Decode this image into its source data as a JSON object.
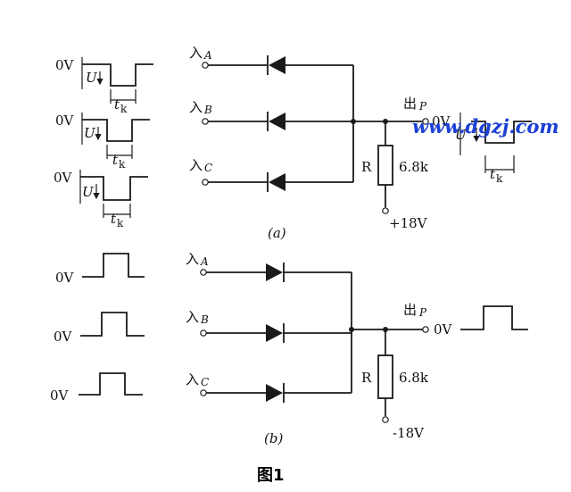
{
  "panel_a": {
    "caption": "(a)",
    "inputs": [
      {
        "label": "入",
        "sub": "A",
        "wave_zero": "0V",
        "wave_amp": "U",
        "wave_time": "t",
        "wave_time_sub": "k"
      },
      {
        "label": "入",
        "sub": "B",
        "wave_zero": "0V",
        "wave_amp": "U",
        "wave_time": "t",
        "wave_time_sub": "k"
      },
      {
        "label": "入",
        "sub": "C",
        "wave_zero": "0V",
        "wave_amp": "U",
        "wave_time": "t",
        "wave_time_sub": "k"
      }
    ],
    "output": {
      "label": "出",
      "sub": "P",
      "wave_zero": "0V",
      "wave_amp": "U",
      "wave_time": "t",
      "wave_time_sub": "k"
    },
    "resistor": {
      "name": "R",
      "value": "6.8k"
    },
    "supply": "+18V"
  },
  "panel_b": {
    "caption": "(b)",
    "inputs": [
      {
        "label": "入",
        "sub": "A",
        "wave_zero": "0V"
      },
      {
        "label": "入",
        "sub": "B",
        "wave_zero": "0V"
      },
      {
        "label": "入",
        "sub": "C",
        "wave_zero": "0V"
      }
    ],
    "output": {
      "label": "出",
      "sub": "P",
      "wave_zero": "0V"
    },
    "resistor": {
      "name": "R",
      "value": "6.8k"
    },
    "supply": "-18V"
  },
  "figure_title": "图1",
  "watermark": "www.dgzj.com",
  "colors": {
    "ink": "#1a1a1a",
    "watermark": "#1b3fd6"
  }
}
